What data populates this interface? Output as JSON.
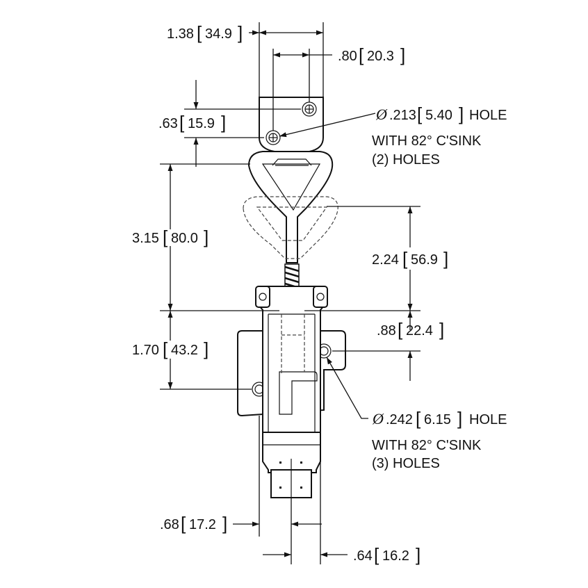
{
  "dimensions": [
    {
      "id": "width_top",
      "inch": "1.38",
      "mm": "34.9"
    },
    {
      "id": "hole_spacing_top",
      "inch": ".80",
      "mm": "20.3"
    },
    {
      "id": "hole_offset_top",
      "inch": ".63",
      "mm": "15.9"
    },
    {
      "id": "open_travel",
      "inch": "3.15",
      "mm": "80.0"
    },
    {
      "id": "adjust_range",
      "inch": "2.24",
      "mm": "56.9"
    },
    {
      "id": "body_height",
      "inch": "1.70",
      "mm": "43.2"
    },
    {
      "id": "body_hole_offset",
      "inch": ".88",
      "mm": "22.4"
    },
    {
      "id": "handle_offset_left",
      "inch": ".68",
      "mm": "17.2"
    },
    {
      "id": "handle_width",
      "inch": ".64",
      "mm": "16.2"
    }
  ],
  "notes": {
    "top_hole": {
      "size_inch": ".213",
      "size_mm": "5.40",
      "word": "HOLE",
      "line2": "WITH 82° C'SINK",
      "line3": "(2) HOLES"
    },
    "body_hole": {
      "size_inch": ".242",
      "size_mm": "6.15",
      "word": "HOLE",
      "line2": "WITH 82° C'SINK",
      "line3": "(3) HOLES"
    }
  },
  "symbols": {
    "diameter": "Ø"
  }
}
